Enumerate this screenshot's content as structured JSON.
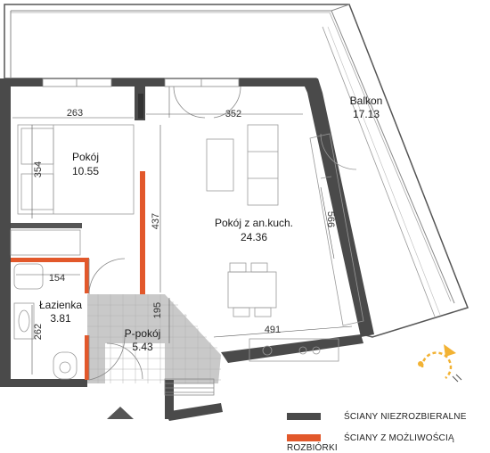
{
  "rooms": {
    "pokoj": {
      "name": "Pokój",
      "area": "10.55"
    },
    "salon": {
      "name": "Pokój z an.kuch.",
      "area": "24.36"
    },
    "balkon": {
      "name": "Balkon",
      "area": "17.13"
    },
    "lazienka": {
      "name": "Łazienka",
      "area": "3.81"
    },
    "ppokoj": {
      "name": "P-pokój",
      "area": "5.43"
    }
  },
  "dimensions": {
    "pokoj_width": "263",
    "pokoj_height": "354",
    "salon_width": "352",
    "salon_height": "437",
    "salon_right": "566",
    "salon_bottom": "491",
    "lazienka_width": "154",
    "lazienka_height": "262",
    "hall_height": "195"
  },
  "legend": {
    "structural": "ŚCIANY NIEZROZBIERALNE",
    "demolishable": "ŚCIANY Z MOŻLIWOŚCIĄ ROZBIÓRKI"
  },
  "colors": {
    "structural_wall": "#4a4a4a",
    "demolishable_wall": "#e2582b",
    "hall_floor": "#c9c9c9",
    "sun_icon": "#f2b233"
  }
}
